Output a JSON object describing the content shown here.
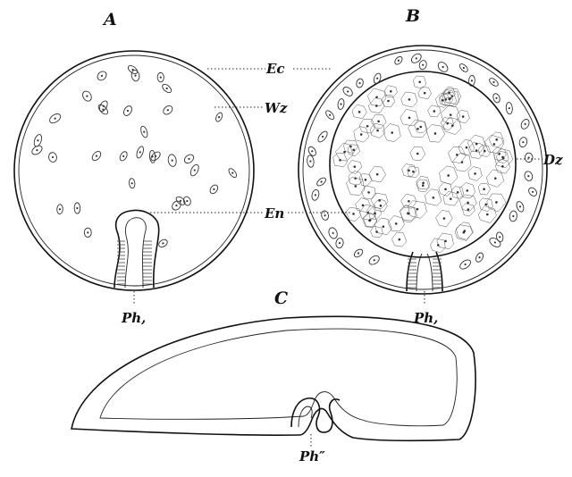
{
  "panels": {
    "a": "A",
    "b": "B",
    "c": "C"
  },
  "labels": {
    "ec": "Ec",
    "wz": "Wz",
    "dz": "Dz",
    "en": "En",
    "ph_a": "Ph,",
    "ph_b": "Ph,",
    "ph_c": "Ph″"
  }
}
